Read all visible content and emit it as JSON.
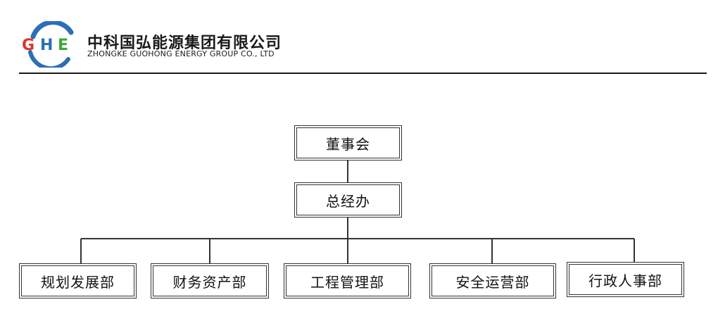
{
  "header": {
    "logo_text": "GHE",
    "company_name_cn": "中科国弘能源集团有限公司",
    "company_name_en": "ZHONGKE GUOHONG ENERGY GROUP CO., LTD",
    "colors": {
      "logo_blue": "#2b6fb6",
      "logo_red": "#e0322d",
      "logo_green": "#3aaa3a"
    }
  },
  "org": {
    "board": "董事会",
    "gm_office": "总经办",
    "departments": [
      "规划发展部",
      "财务资产部",
      "工程管理部",
      "安全运营部",
      "行政人事部"
    ]
  }
}
